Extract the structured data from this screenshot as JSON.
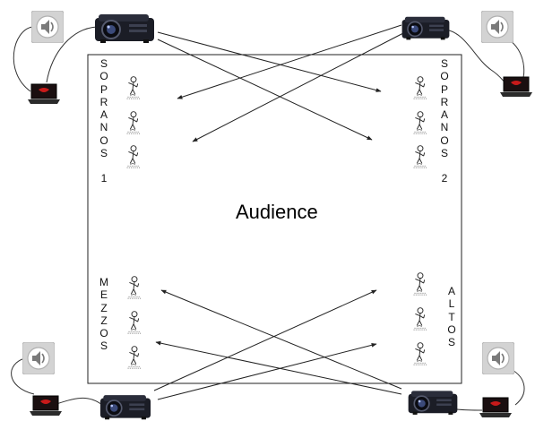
{
  "room": {
    "audience_label": "Audience"
  },
  "groups": {
    "sopranos1": {
      "letters": [
        "S",
        "O",
        "P",
        "R",
        "A",
        "N",
        "O",
        "S"
      ],
      "number": "1"
    },
    "sopranos2": {
      "letters": [
        "S",
        "O",
        "P",
        "R",
        "A",
        "N",
        "O",
        "S"
      ],
      "number": "2"
    },
    "mezzos": {
      "letters": [
        "M",
        "E",
        "Z",
        "Z",
        "O",
        "S"
      ]
    },
    "altos": {
      "letters": [
        "A",
        "L",
        "T",
        "O",
        "S"
      ]
    }
  },
  "equipment": {
    "projector_icon": "projector-icon",
    "speaker_icon": "speaker-icon",
    "laptop_icon": "laptop-icon",
    "singer_icon": "singer-icon"
  },
  "colors": {
    "room_border": "#222222",
    "room_fill": "#ffffff",
    "arrow": "#222222",
    "cable": "#333333",
    "speaker_bg": "#cfcfcf",
    "projector_body": "#1b1d26",
    "laptop_screen": "#1a0f10",
    "laptop_glow": "#c81a1a"
  }
}
